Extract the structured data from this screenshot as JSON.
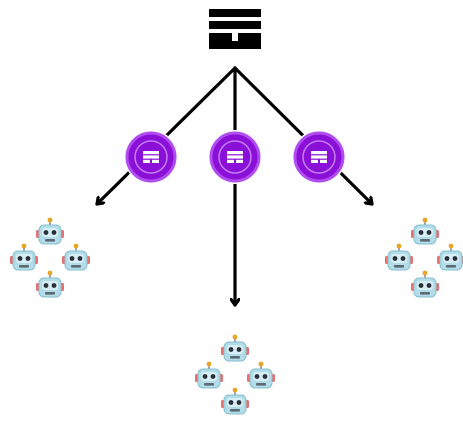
{
  "colors": {
    "background": "#ffffff",
    "arrow": "#000000",
    "logo": "#000000",
    "node_fill": "#8a10d8",
    "node_ring": "#b04cf0",
    "node_mark": "#ffffff",
    "robot_head": "#b2dce8",
    "robot_head_shade": "#86bfd0",
    "robot_ear": "#e8706f",
    "robot_antenna": "#e6a526",
    "robot_eye": "#2b2f38"
  },
  "icons": {
    "root": "stacked-bars-logo-icon",
    "node": "stacked-bars-badge-icon",
    "agent": "robot-face-icon"
  },
  "nodes": [
    {
      "name": "left-hub-node"
    },
    {
      "name": "center-hub-node"
    },
    {
      "name": "right-hub-node"
    }
  ],
  "clusters": [
    {
      "name": "left-robot-cluster",
      "robots": 4
    },
    {
      "name": "center-robot-cluster",
      "robots": 4
    },
    {
      "name": "right-robot-cluster",
      "robots": 4
    }
  ]
}
